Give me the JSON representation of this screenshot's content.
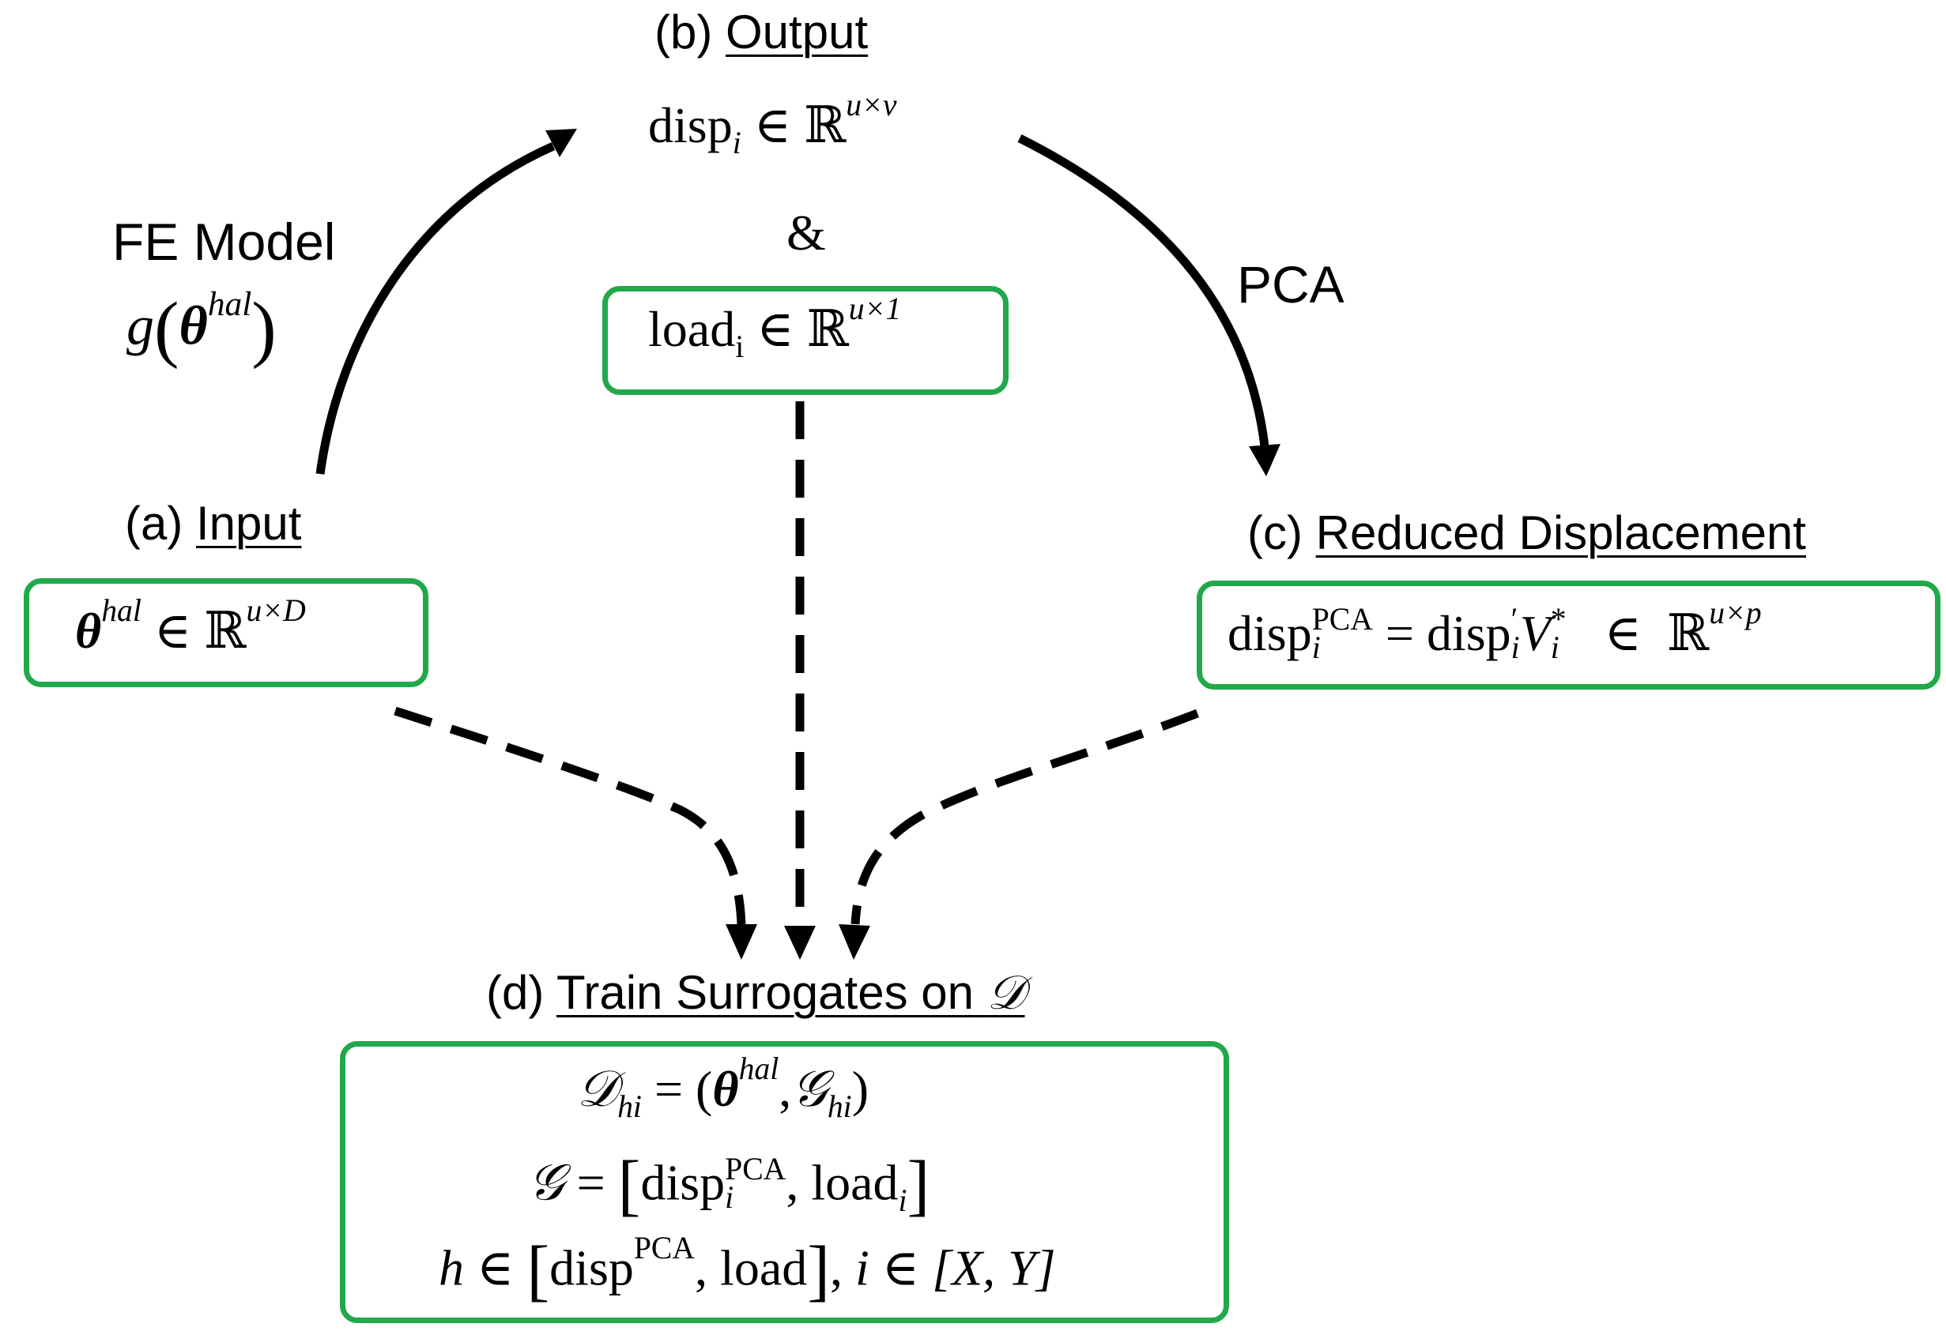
{
  "colors": {
    "box_border": "#21a84a",
    "arrow": "#000000",
    "background": "#ffffff"
  },
  "output": {
    "label_prefix": "(b)",
    "label_title": "Output",
    "disp_base": "disp",
    "disp_sub": "i",
    "in_symbol": "∈",
    "reals": "ℝ",
    "disp_dims": "u×v",
    "ampersand": "&",
    "load_base": "load",
    "load_sub": "i",
    "load_dims": "u×1"
  },
  "fe_model": {
    "title": "FE Model",
    "func": "g",
    "theta": "θ",
    "theta_sup": "hal"
  },
  "pca": {
    "label": "PCA"
  },
  "input": {
    "label_prefix": "(a)",
    "label_title": "Input",
    "theta": "θ",
    "theta_sup": "hal",
    "in_symbol": "∈",
    "reals": "ℝ",
    "dims": "u×D"
  },
  "reduced": {
    "label_prefix": "(c)",
    "label_title": "Reduced Displacement",
    "lhs_base": "disp",
    "lhs_sup": "PCA",
    "lhs_sub": "i",
    "equals": "=",
    "rhs_base": "disp",
    "rhs_sup": "′",
    "rhs_sub": "i",
    "v_base": "V",
    "v_sup": "*",
    "v_sub": "i",
    "in_symbol": "∈",
    "reals": "ℝ",
    "dims": "u×p"
  },
  "train": {
    "label_prefix": "(d)",
    "label_title": "Train Surrogates on",
    "label_set": "𝒟",
    "line1": {
      "d": "𝒟",
      "d_sub": "hi",
      "equals": "= (",
      "theta": "θ",
      "theta_sup": "hal",
      "comma": ",",
      "g": "𝒢",
      "g_sub": "hi",
      "close": ")"
    },
    "line2": {
      "g": "𝒢",
      "equals": "=",
      "disp": "disp",
      "disp_sup": "PCA",
      "disp_sub": "i",
      "comma": ",",
      "load": "load",
      "load_sub": "i"
    },
    "line3": {
      "h": "h",
      "in1": "∈",
      "disp": "disp",
      "disp_sup": "PCA",
      "comma": ",",
      "load": "load",
      "sep": ",",
      "i": "i",
      "in2": "∈",
      "set": "[X, Y]"
    }
  }
}
